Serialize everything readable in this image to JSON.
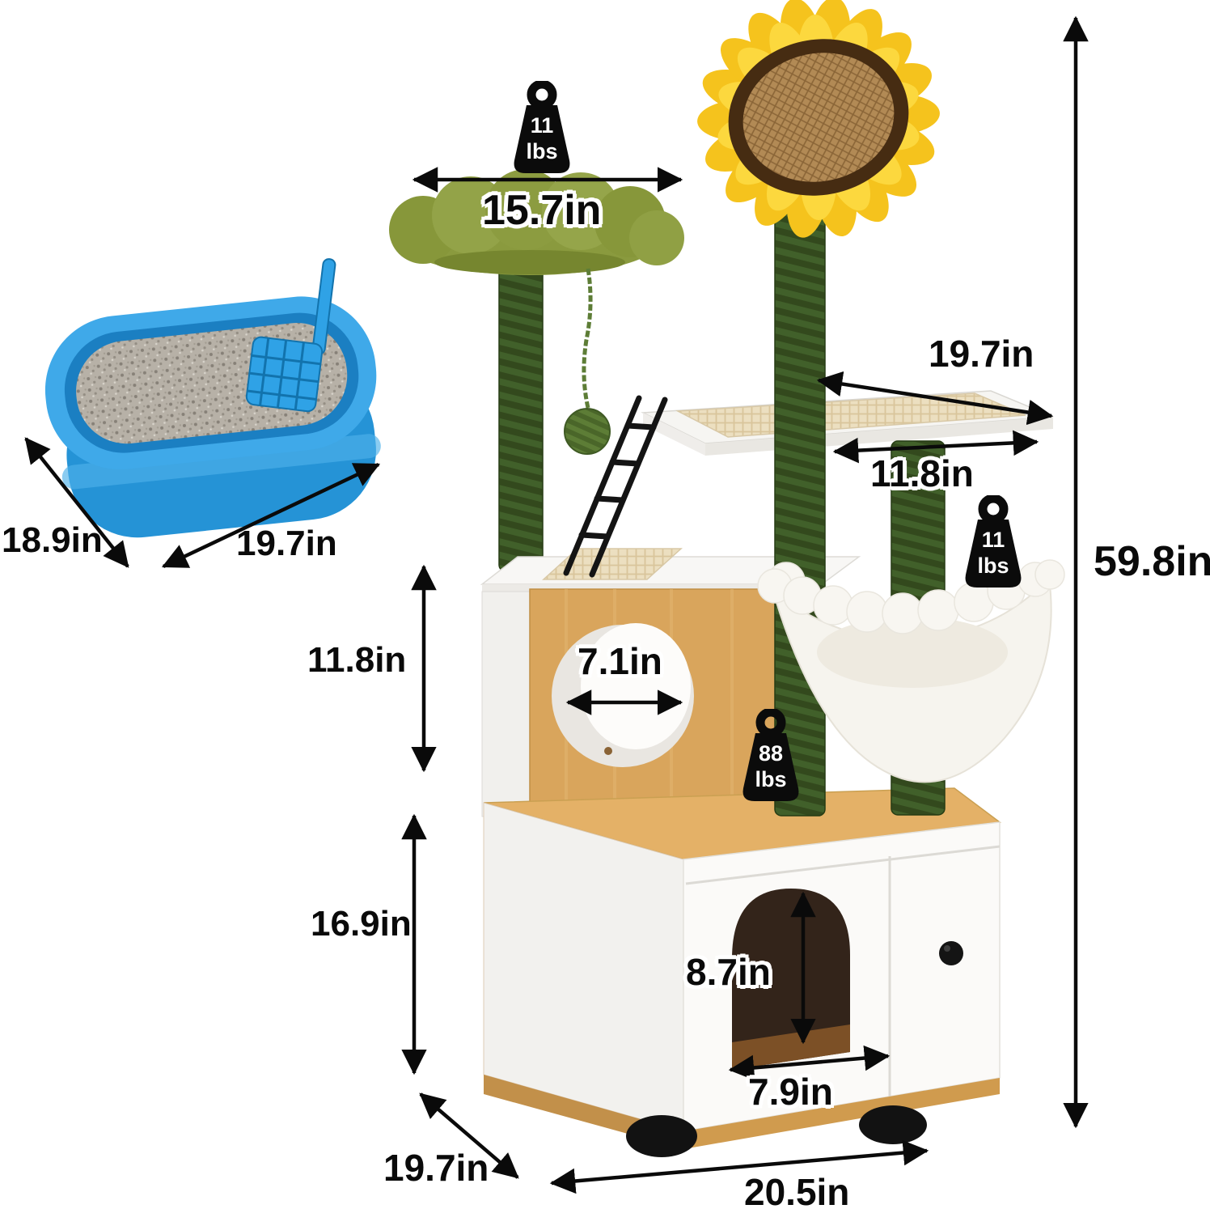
{
  "scene": {
    "description": "Product dimension diagram of a sunflower cactus cat tree tower with litter box enclosure and a separate blue litter pan",
    "litter_box": {
      "depth_label": "18.9in",
      "width_label": "19.7in"
    },
    "cat_tree": {
      "perch_width_label": "15.7in",
      "perch_weight_badge": {
        "value": "11",
        "unit": "lbs"
      },
      "platform_depth_label": "19.7in",
      "platform_width_label": "11.8in",
      "hammock_weight_badge": {
        "value": "11",
        "unit": "lbs"
      },
      "hole_diameter_label": "7.1in",
      "cube_height_label": "11.8in",
      "base_weight_badge": {
        "value": "88",
        "unit": "lbs"
      },
      "enclosure_height_label": "16.9in",
      "door_height_label": "8.7in",
      "door_width_label": "7.9in",
      "base_depth_label": "19.7in",
      "base_width_label": "20.5in",
      "overall_height_label": "59.8in"
    },
    "colors": {
      "background": "#ffffff",
      "annotation": "#0a0a0a",
      "litter_box_blue": "#2e9ade",
      "litter_gray": "#b7b1a7",
      "post_green_dark": "#33491d",
      "post_green": "#41602a",
      "perch_green": "#8f9f44",
      "sunflower_yellow": "#f5c31d",
      "sunflower_ring_brown": "#462c12",
      "sunflower_pad_tan": "#b28a55",
      "wood": "#d9a55c",
      "sisal_mat": "#ecdfc0",
      "hammock_white": "#f6f4ee",
      "panel_white": "#fbfaf8"
    }
  }
}
